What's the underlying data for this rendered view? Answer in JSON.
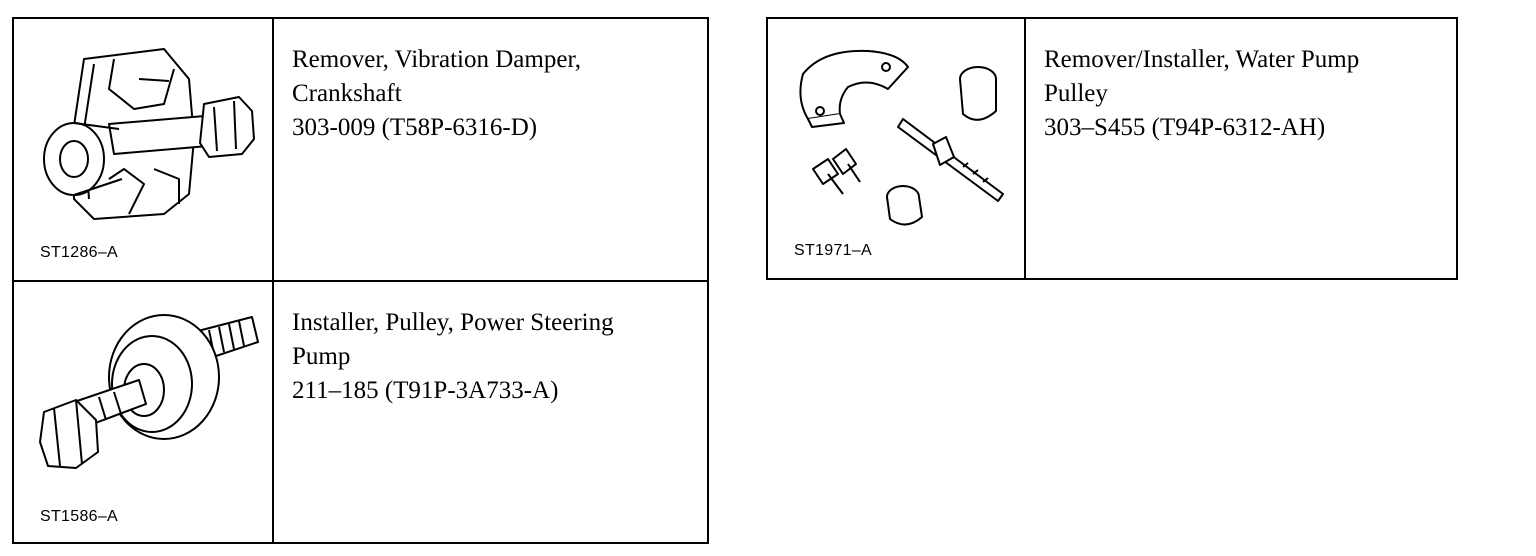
{
  "tools": [
    {
      "illustration_code": "ST1286–A",
      "icon": "vibration-damper-remover-icon",
      "name": "Remover, Vibration Damper,\nCrankshaft",
      "part_number": "303-009 (T58P-6316-D)"
    },
    {
      "illustration_code": "ST1586–A",
      "icon": "power-steering-pulley-installer-icon",
      "name": "Installer, Pulley, Power Steering\nPump",
      "part_number": "211–185 (T91P-3A733-A)"
    },
    {
      "illustration_code": "ST1971–A",
      "icon": "water-pump-pulley-remover-installer-icon",
      "name": "Remover/Installer, Water Pump\nPulley",
      "part_number": "303–S455 (T94P-6312-AH)"
    }
  ]
}
